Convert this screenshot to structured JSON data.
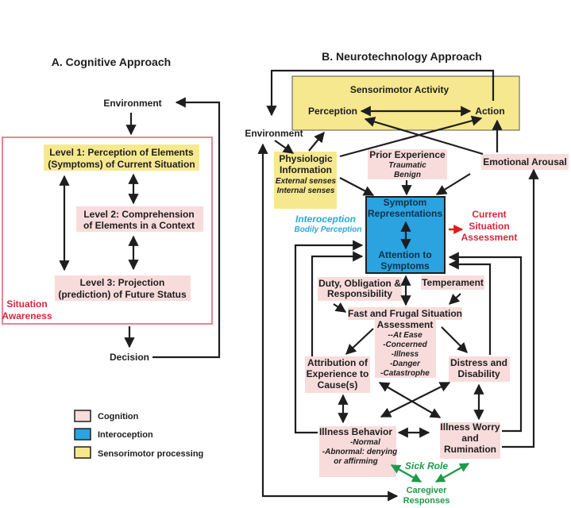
{
  "colors": {
    "cognition": "#f8dcdc",
    "interoception": "#2aa3e0",
    "sensorimotor": "#f6e88e",
    "situation_border": "#e07b86",
    "situation_label": "#d7263d",
    "current_situation": "#d7263d",
    "interoception_label": "#29a8d8",
    "sick_role": "#1e9a4a"
  },
  "panel_a": {
    "title": "A. Cognitive Approach",
    "environment": "Environment",
    "level1": [
      "Level 1:  Perception  of Elements",
      "(Symptoms) of Current Situation"
    ],
    "level2": [
      "Level 2:  Comprehension",
      "of Elements in a Context"
    ],
    "level3": [
      "Level 3:  Projection",
      "(prediction) of Future Status"
    ],
    "situation_awareness": [
      "Situation",
      "Awareness"
    ],
    "decision": "Decision"
  },
  "panel_b": {
    "title": "B. Neurotechnology Approach",
    "sensorimotor_activity": "Sensorimotor Activity",
    "perception": "Perception",
    "action": "Action",
    "environment": "Environment",
    "physiologic": {
      "lines": [
        "Physiologic",
        "Information"
      ],
      "subs": [
        "External senses",
        "Internal senses"
      ]
    },
    "prior_experience": {
      "label": "Prior Experience",
      "subs": [
        "Traumatic",
        "Benign"
      ]
    },
    "emotional_arousal": "Emotional Arousal",
    "symptom_representations": [
      "Symptom",
      "Representations"
    ],
    "attention_to_symptoms": [
      "Attention to",
      "Symptoms"
    ],
    "interoception": {
      "label": "Interoception",
      "sub": "Bodily Perception"
    },
    "current_situation_assessment": [
      "Current",
      "Situation",
      "Assessment"
    ],
    "duty": [
      "Duty, Obligation &",
      "Responsibility"
    ],
    "temperament": "Temperament",
    "fast_frugal": {
      "lines": [
        "Fast and Frugal Situation",
        "Assessment"
      ],
      "subs": [
        "--At Ease",
        "-Concerned",
        "-Illness",
        "-Danger",
        "-Catastrophe"
      ]
    },
    "attribution": [
      "Attribution of",
      "Experience to",
      "Cause(s)"
    ],
    "distress": [
      "Distress and",
      "Disability"
    ],
    "illness_behavior": {
      "label": "Illness Behavior",
      "subs": [
        "-Normal",
        "-Abnormal: denying",
        "or affirming"
      ]
    },
    "illness_worry": [
      "Illness Worry",
      "and",
      "Rumination"
    ],
    "sick_role": "Sick Role",
    "caregiver": [
      "Caregiver",
      "Responses"
    ]
  },
  "legend": {
    "items": [
      {
        "label": "Cognition",
        "color": "#f8dcdc"
      },
      {
        "label": "Interoception",
        "color": "#2aa3e0"
      },
      {
        "label": "Sensorimotor processing",
        "color": "#f6e88e"
      }
    ]
  }
}
